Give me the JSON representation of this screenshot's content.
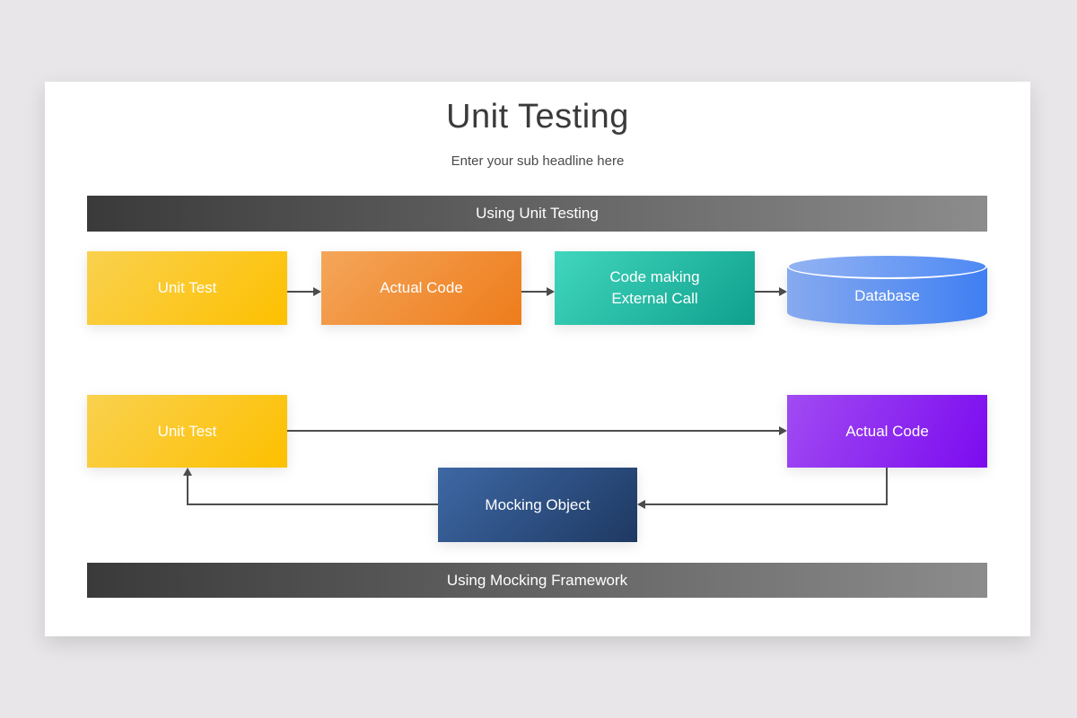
{
  "slide": {
    "title": "Unit Testing",
    "subtitle": "Enter your sub headline here"
  },
  "banners": {
    "top": "Using Unit Testing",
    "bottom": "Using Mocking Framework"
  },
  "flow_unit_testing": {
    "nodes": [
      {
        "id": "unit-test",
        "label": "Unit Test",
        "shape": "rectangle",
        "gradient": [
          "#FAD14F",
          "#FDC000"
        ]
      },
      {
        "id": "actual-code",
        "label": "Actual Code",
        "shape": "rectangle",
        "gradient": [
          "#F4A65A",
          "#EE7C1B"
        ]
      },
      {
        "id": "code-making-external-call",
        "label": "Code making External Call",
        "shape": "rectangle",
        "gradient": [
          "#41D6BD",
          "#0FA08D"
        ]
      },
      {
        "id": "database",
        "label": "Database",
        "shape": "cylinder",
        "gradient": [
          "#87AAEF",
          "#3F7FF2"
        ]
      }
    ],
    "connections": [
      "Unit Test -> Actual Code",
      "Actual Code -> Code making External Call",
      "Code making External Call -> Database"
    ]
  },
  "flow_mocking": {
    "nodes": [
      {
        "id": "unit-test-2",
        "label": "Unit Test",
        "shape": "rectangle",
        "gradient": [
          "#FAD14F",
          "#FDC000"
        ]
      },
      {
        "id": "actual-code-2",
        "label": "Actual Code",
        "shape": "rectangle",
        "gradient": [
          "#A04BF2",
          "#7C0BEF"
        ]
      },
      {
        "id": "mocking-object",
        "label": "Mocking Object",
        "shape": "rectangle",
        "gradient": [
          "#3E68A5",
          "#1E3962"
        ]
      }
    ],
    "connections": [
      "Unit Test -> Actual Code",
      "Actual Code -> Mocking Object",
      "Mocking Object -> Unit Test"
    ]
  },
  "colors": {
    "page_background": "#E8E6E8",
    "slide_background": "#FFFFFF",
    "banner_gradient": [
      "#3A3A3A",
      "#8C8C8C"
    ],
    "connector": "#4D4D4D",
    "title_text": "#3A3A3A",
    "node_text": "#FFFFFF"
  }
}
